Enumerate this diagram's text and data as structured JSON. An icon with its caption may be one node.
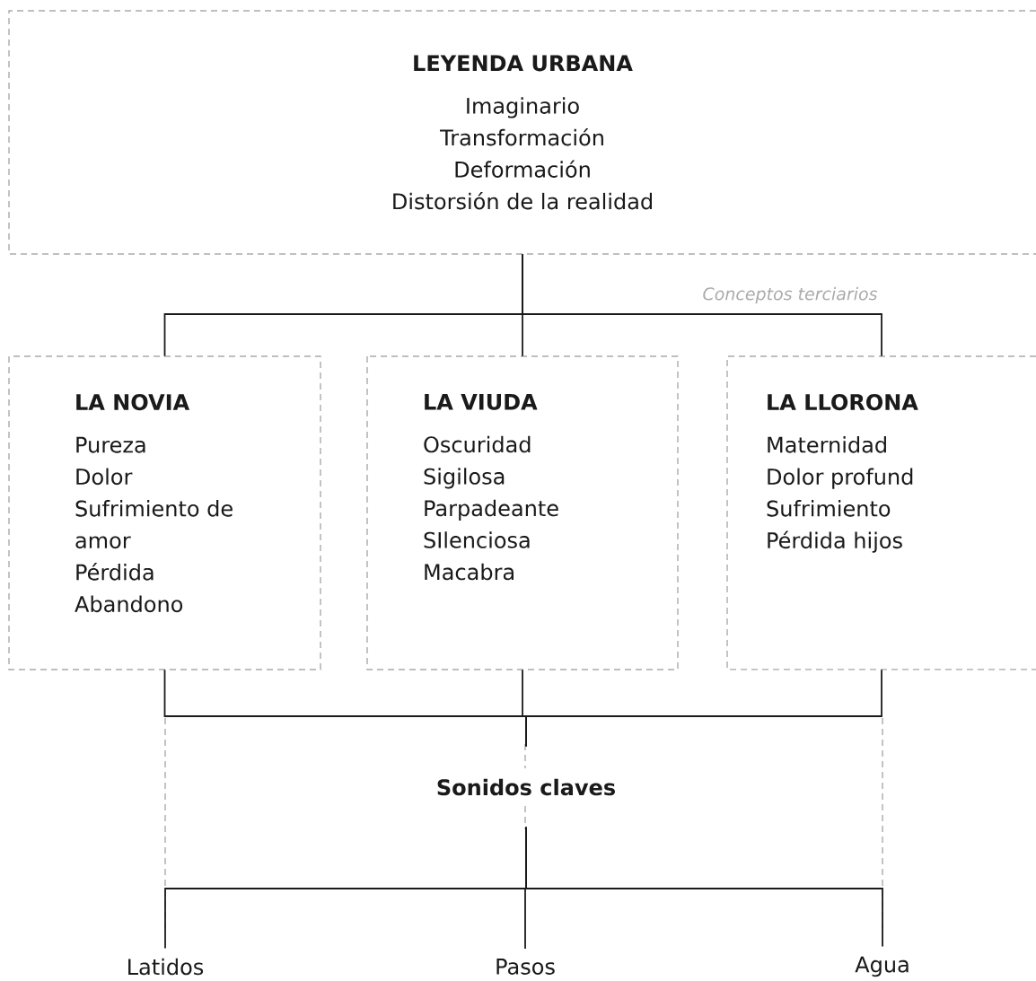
{
  "diagram": {
    "nodes": [
      {
        "text": [
          "LEYENDA URBANA",
          "Imaginario",
          "Transformación",
          "Deformación",
          "Distorsión de la realidad"
        ]
      },
      {
        "text": [
          "LA NOVIA",
          "Pureza",
          "Dolor",
          "Sufrimiento de amor",
          "Pérdida",
          "Abandono"
        ]
      },
      {
        "text": [
          "LA VIUDA",
          "Oscuridad",
          "Sigilosa",
          "Parpadeante",
          "SIlenciosa",
          "Macabra"
        ]
      },
      {
        "text": [
          "LA LLORONA",
          "Maternidad",
          "Dolor profund",
          "Sufrimiento",
          "Pérdida hijos"
        ]
      },
      {
        "text": [
          "Sonidos claves"
        ]
      },
      {
        "text": [
          "Latidos"
        ]
      },
      {
        "text": [
          "Pasos"
        ]
      },
      {
        "text": [
          "Agua"
        ]
      }
    ],
    "edges": [
      {
        "from": 0,
        "to": 1,
        "arrow": "none"
      },
      {
        "from": 0,
        "to": 2,
        "arrow": "none"
      },
      {
        "from": 0,
        "to": 3,
        "arrow": "none"
      },
      {
        "from": 1,
        "to": 4,
        "arrow": "none"
      },
      {
        "from": 2,
        "to": 4,
        "arrow": "none"
      },
      {
        "from": 3,
        "to": 4,
        "arrow": "none"
      },
      {
        "from": 4,
        "to": 5,
        "arrow": "none"
      },
      {
        "from": 4,
        "to": 6,
        "arrow": "none"
      },
      {
        "from": 4,
        "to": 7,
        "arrow": "none"
      }
    ],
    "labels": [
      "Conceptos terciarios"
    ]
  }
}
